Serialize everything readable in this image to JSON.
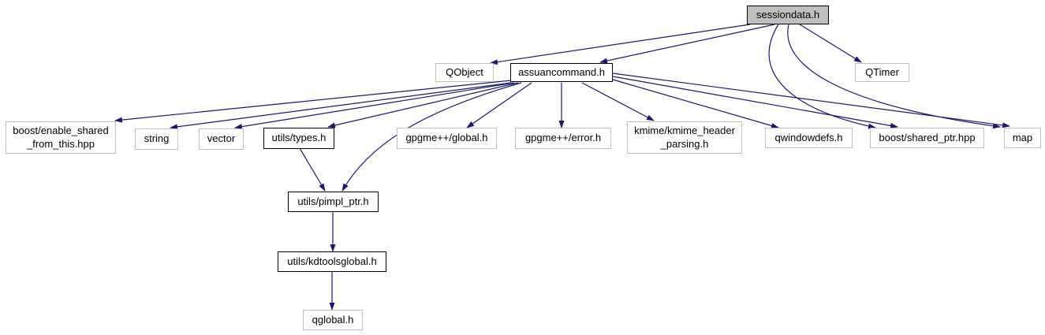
{
  "diagram": {
    "type": "include-dependency-graph",
    "root_file": "sessiondata.h",
    "colors": {
      "background": "#ffffff",
      "edge": "#191970",
      "root_node_fill": "#bfbfbf",
      "node_fill": "#ffffff",
      "linked_node_border": "#000000",
      "plain_node_border": "#bfbfbf",
      "text": "#000000"
    },
    "nodes": [
      {
        "id": "sessiondata",
        "label": "sessiondata.h",
        "kind": "root"
      },
      {
        "id": "qobject",
        "label": "QObject",
        "kind": "plain"
      },
      {
        "id": "assuancommand",
        "label": "assuancommand.h",
        "kind": "linked"
      },
      {
        "id": "qtimer",
        "label": "QTimer",
        "kind": "plain"
      },
      {
        "id": "enableshared",
        "label": "boost/enable_shared\n_from_this.hpp",
        "kind": "plain"
      },
      {
        "id": "string",
        "label": "string",
        "kind": "plain"
      },
      {
        "id": "vector",
        "label": "vector",
        "kind": "plain"
      },
      {
        "id": "types",
        "label": "utils/types.h",
        "kind": "linked"
      },
      {
        "id": "gpgmeglobal",
        "label": "gpgme++/global.h",
        "kind": "plain"
      },
      {
        "id": "gpgmeerror",
        "label": "gpgme++/error.h",
        "kind": "plain"
      },
      {
        "id": "kmime",
        "label": "kmime/kmime_header\n_parsing.h",
        "kind": "plain"
      },
      {
        "id": "qwindowdefs",
        "label": "qwindowdefs.h",
        "kind": "plain"
      },
      {
        "id": "sharedptr",
        "label": "boost/shared_ptr.hpp",
        "kind": "plain"
      },
      {
        "id": "map",
        "label": "map",
        "kind": "plain"
      },
      {
        "id": "pimplptr",
        "label": "utils/pimpl_ptr.h",
        "kind": "linked"
      },
      {
        "id": "kdtoolsglobal",
        "label": "utils/kdtoolsglobal.h",
        "kind": "linked"
      },
      {
        "id": "qglobal",
        "label": "qglobal.h",
        "kind": "plain"
      }
    ],
    "edges": [
      {
        "from": "sessiondata",
        "to": "qobject"
      },
      {
        "from": "sessiondata",
        "to": "assuancommand"
      },
      {
        "from": "sessiondata",
        "to": "qtimer"
      },
      {
        "from": "sessiondata",
        "to": "sharedptr"
      },
      {
        "from": "sessiondata",
        "to": "map"
      },
      {
        "from": "assuancommand",
        "to": "enableshared"
      },
      {
        "from": "assuancommand",
        "to": "string"
      },
      {
        "from": "assuancommand",
        "to": "vector"
      },
      {
        "from": "assuancommand",
        "to": "types"
      },
      {
        "from": "assuancommand",
        "to": "pimplptr"
      },
      {
        "from": "assuancommand",
        "to": "gpgmeglobal"
      },
      {
        "from": "assuancommand",
        "to": "gpgmeerror"
      },
      {
        "from": "assuancommand",
        "to": "kmime"
      },
      {
        "from": "assuancommand",
        "to": "qwindowdefs"
      },
      {
        "from": "assuancommand",
        "to": "sharedptr"
      },
      {
        "from": "assuancommand",
        "to": "map"
      },
      {
        "from": "types",
        "to": "pimplptr"
      },
      {
        "from": "pimplptr",
        "to": "kdtoolsglobal"
      },
      {
        "from": "kdtoolsglobal",
        "to": "qglobal"
      }
    ]
  }
}
